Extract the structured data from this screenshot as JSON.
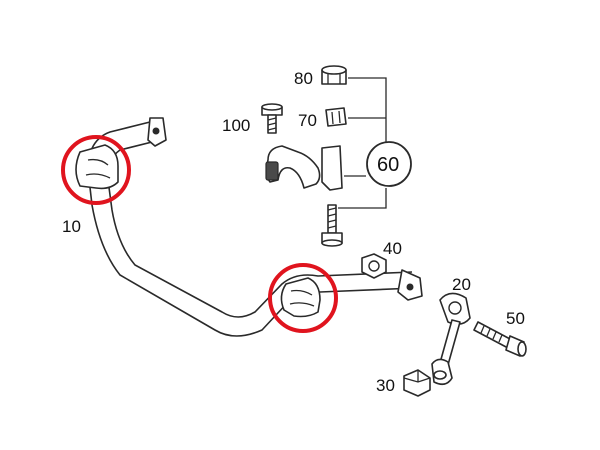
{
  "parts": {
    "stabilizer_bar": {
      "number": "10"
    },
    "coupling_rod": {
      "number": "20"
    },
    "nut_30": {
      "number": "30"
    },
    "nut_40": {
      "number": "40"
    },
    "bolt_50": {
      "number": "50"
    },
    "bracket_group": {
      "number": "60"
    },
    "bushing_70": {
      "number": "70"
    },
    "bushing_80": {
      "number": "80"
    },
    "bolt_100": {
      "number": "100"
    }
  },
  "highlight_color": "#e0141e"
}
